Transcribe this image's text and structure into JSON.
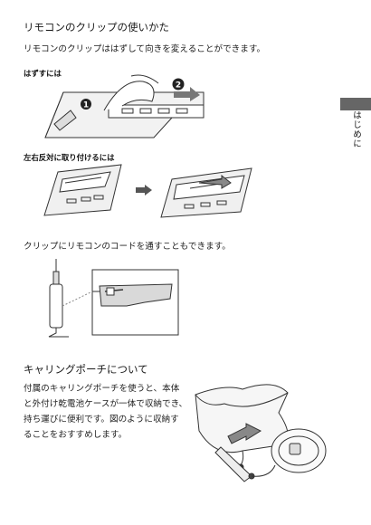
{
  "section": {
    "heading": "リモコンのクリップの使いかた",
    "intro": "リモコンのクリップははずして向きを変えることができます。",
    "remove_label": "はずすには",
    "reverse_label": "左右反対に取り付けるには",
    "cord_note": "クリップにリモコンのコードを通すこともできます。"
  },
  "pouch": {
    "heading": "キャリングポーチについて",
    "lines": [
      "付属のキャリングポーチを使うと、本体",
      "と外付け乾電池ケースが一体で収納でき、",
      "持ち運びに便利です。図のように収納す",
      "ることをおすすめします。"
    ]
  },
  "side_tab": {
    "label": "はじめに",
    "color": "#666666"
  },
  "figure_marks": {
    "step1": "1",
    "step2": "2"
  }
}
